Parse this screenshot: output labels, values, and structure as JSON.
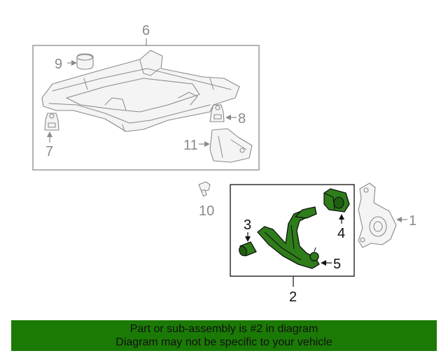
{
  "callouts": {
    "c1": "1",
    "c2": "2",
    "c3": "3",
    "c4": "4",
    "c5": "5",
    "c6": "6",
    "c7": "7",
    "c8": "8",
    "c9": "9",
    "c10": "10",
    "c11": "11"
  },
  "highlighted_part": "2",
  "footer": {
    "line1": "Part or sub-assembly is #2 in diagram",
    "line2": "Diagram may not be specific to your vehicle"
  },
  "colors": {
    "highlight_part": "#2e7d1a",
    "footer_background": "#1b7a06",
    "inactive_part_line": "#8a8a8a"
  }
}
